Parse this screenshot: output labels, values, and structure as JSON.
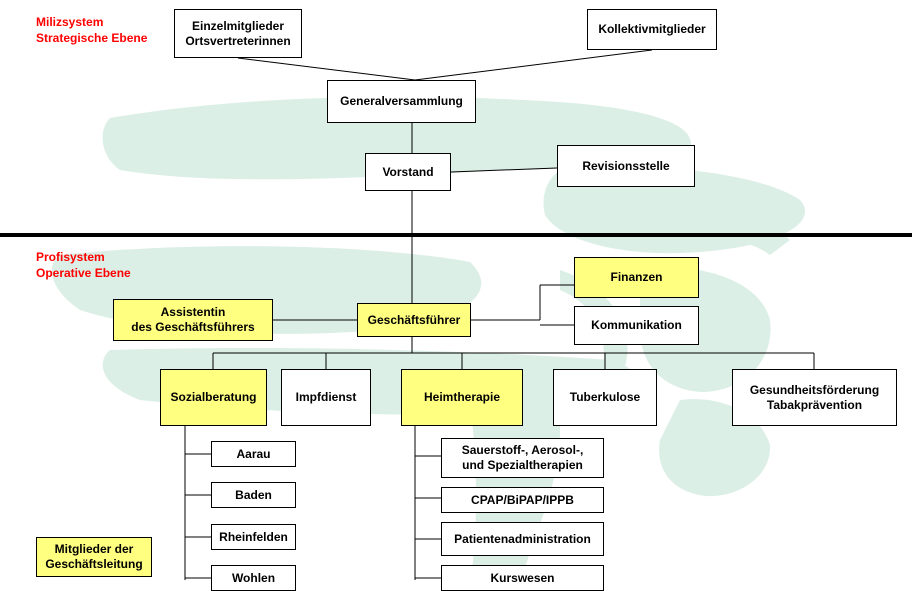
{
  "levels": {
    "militia": "Milizsystem\nStrategische Ebene",
    "profi": "Profisystem\nOperative Ebene"
  },
  "nodes": {
    "einzelmitglieder": "Einzelmitglieder\nOrtsvertreterinnen",
    "kollektivmitglieder": "Kollektivmitglieder",
    "generalversammlung": "Generalversammlung",
    "vorstand": "Vorstand",
    "revisionsstelle": "Revisionsstelle",
    "finanzen": "Finanzen",
    "kommunikation": "Kommunikation",
    "assistentin": "Assistentin\ndes Geschäftsführers",
    "geschaeftsfuehrer": "Geschäftsführer",
    "sozialberatung": "Sozialberatung",
    "impfdienst": "Impfdienst",
    "heimtherapie": "Heimtherapie",
    "tuberkulose": "Tuberkulose",
    "gesundheit": "Gesundheitsförderung\nTabakprävention",
    "aarau": "Aarau",
    "baden": "Baden",
    "rheinfelden": "Rheinfelden",
    "wohlen": "Wohlen",
    "sauerstoff": "Sauerstoff-, Aerosol-,\nund Spezialtherapien",
    "cpap": "CPAP/BiPAP/IPPB",
    "patientenadmin": "Patientenadministration",
    "kurswesen": "Kurswesen"
  },
  "legend": "Mitglieder der\nGeschäftsleitung",
  "colors": {
    "highlight": "#ffff80",
    "level_label": "#ff0000",
    "watermark": "#dcefe6"
  }
}
